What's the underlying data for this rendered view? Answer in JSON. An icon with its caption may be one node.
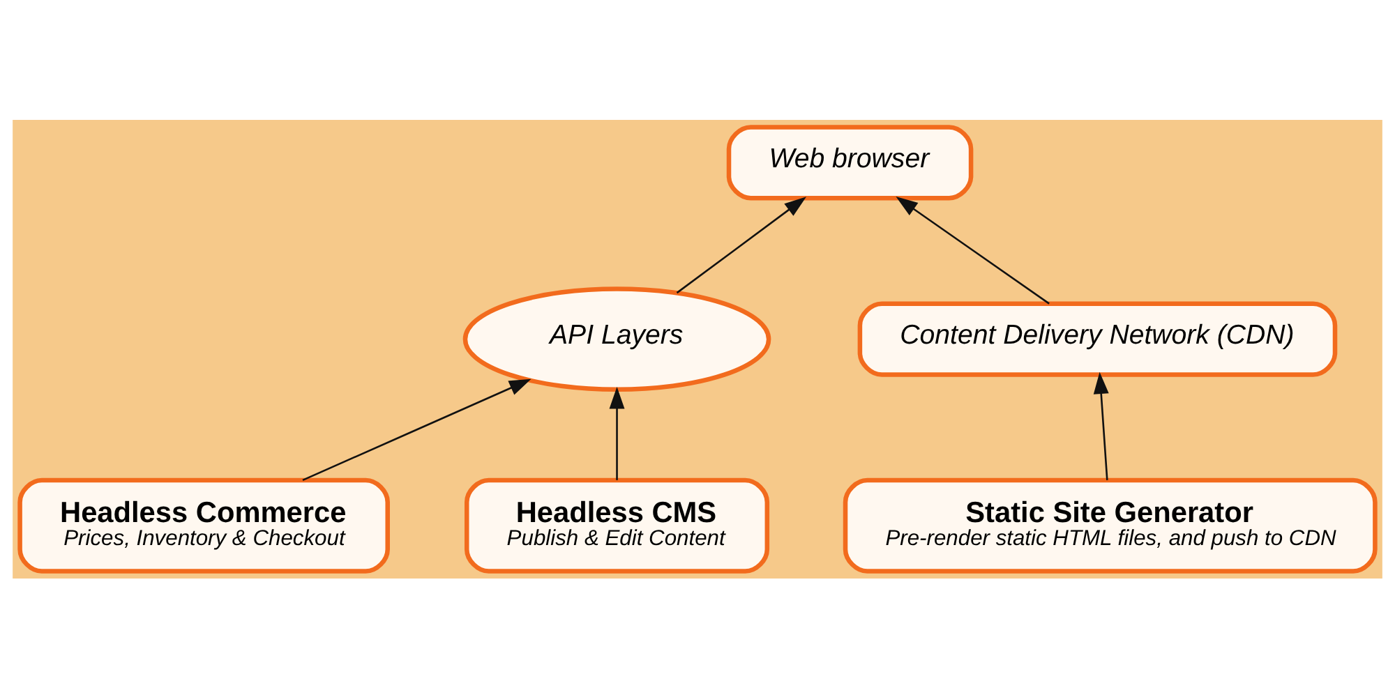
{
  "diagram": {
    "nodes": [
      {
        "text": [
          "Web browser"
        ]
      },
      {
        "text": [
          "API Layers"
        ]
      },
      {
        "text": [
          "Content Delivery Network (CDN)"
        ]
      },
      {
        "text": [
          "Headless Commerce",
          "Prices, Inventory & Checkout"
        ]
      },
      {
        "text": [
          "Headless CMS",
          "Publish & Edit Content"
        ]
      },
      {
        "text": [
          "Static Site Generator",
          "Pre-render static HTML files, and push to CDN"
        ]
      }
    ],
    "edges": [
      {
        "from": 1,
        "to": 0,
        "arrow": "to"
      },
      {
        "from": 2,
        "to": 0,
        "arrow": "to"
      },
      {
        "from": 3,
        "to": 1,
        "arrow": "to"
      },
      {
        "from": 4,
        "to": 1,
        "arrow": "to"
      },
      {
        "from": 5,
        "to": 2,
        "arrow": "to"
      }
    ]
  }
}
